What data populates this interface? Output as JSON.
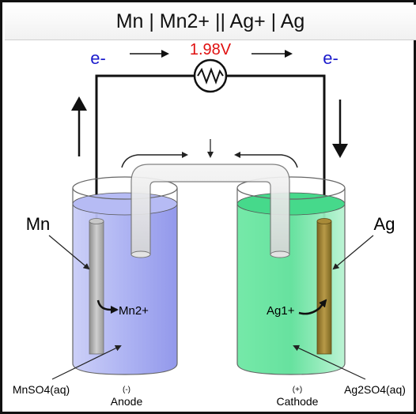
{
  "title": "Mn | Mn2+ || Ag+ | Ag",
  "voltage": "1.98V",
  "electron_left": "e-",
  "electron_right": "e-",
  "anode_metal": "Mn",
  "cathode_metal": "Ag",
  "anode_ion": "Mn2+",
  "cathode_ion": "Ag1+",
  "anode_solution": "MnSO4(aq)",
  "cathode_solution": "Ag2SO4(aq)",
  "anode_sign": "(-)",
  "cathode_sign": "(+)",
  "anode_label": "Anode",
  "cathode_label": "Cathode",
  "colors": {
    "voltage": "#e01010",
    "electron": "#1a1acc",
    "anode_solution": "#9aa0ee",
    "cathode_solution": "#3ddc84",
    "anode_electrode": "#a8a8a8",
    "cathode_electrode": "#9a7a2a"
  }
}
